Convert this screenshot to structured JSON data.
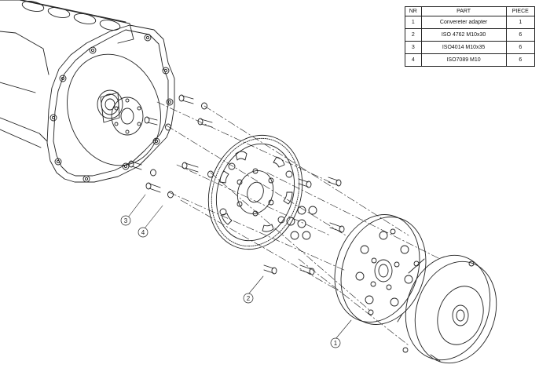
{
  "bom": {
    "headers": {
      "nr": "NR",
      "part": "PART",
      "piece": "PIECE"
    },
    "rows": [
      {
        "nr": "1",
        "part": "Convereter adapter",
        "piece": "1"
      },
      {
        "nr": "2",
        "part": "ISO 4762 M10x30",
        "piece": "6"
      },
      {
        "nr": "3",
        "part": "ISO4014 M10x35",
        "piece": "6"
      },
      {
        "nr": "4",
        "part": "ISO7089 M10",
        "piece": "6"
      }
    ]
  },
  "callouts": {
    "c1": "1",
    "c2": "2",
    "c3": "3",
    "c4": "4"
  }
}
